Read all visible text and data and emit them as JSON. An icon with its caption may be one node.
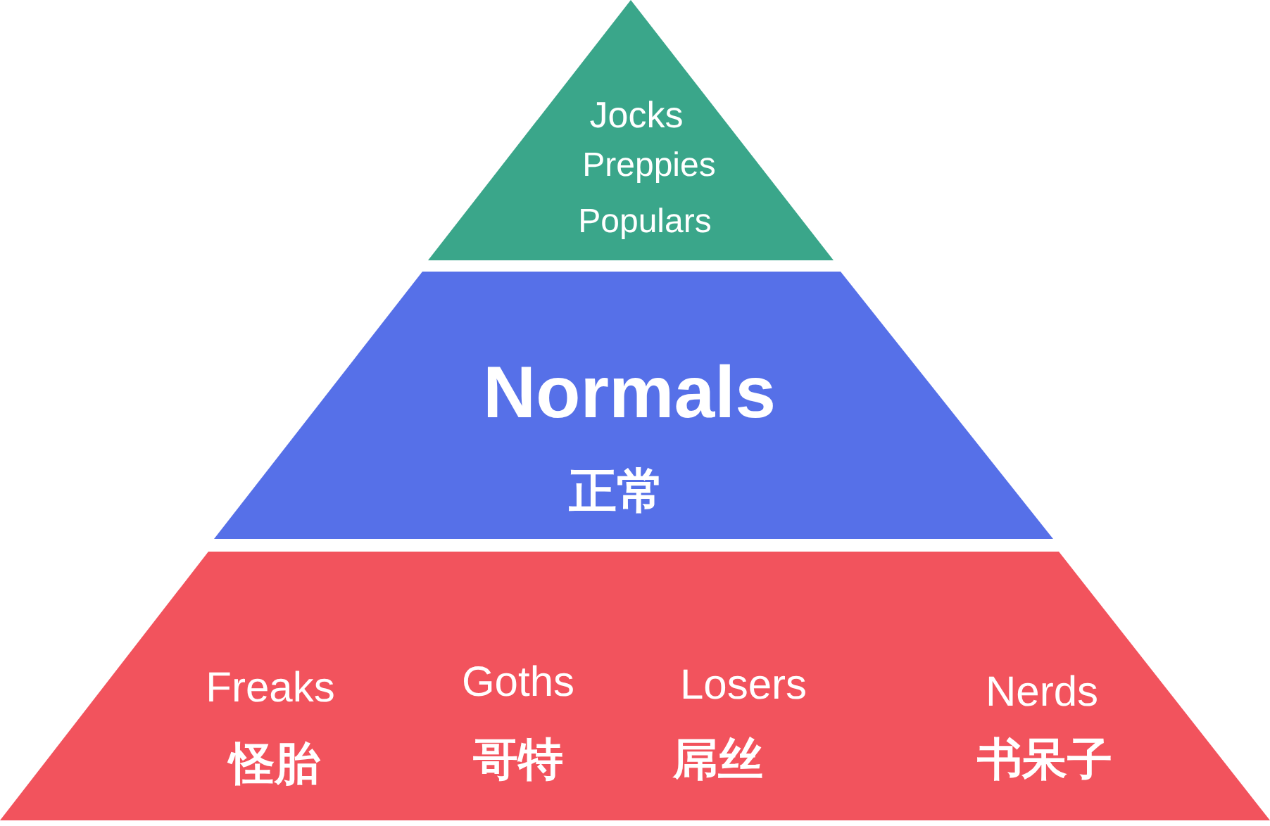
{
  "diagram": {
    "nodes": [
      {
        "text": [
          "Jocks",
          "Preppies",
          "Populars"
        ]
      },
      {
        "text": [
          "Normals",
          "正常"
        ]
      },
      {
        "text": [
          "Freaks",
          "怪胎",
          "Goths",
          "哥特",
          "Losers",
          "屌丝",
          "Nerds",
          "书呆子"
        ]
      }
    ]
  }
}
